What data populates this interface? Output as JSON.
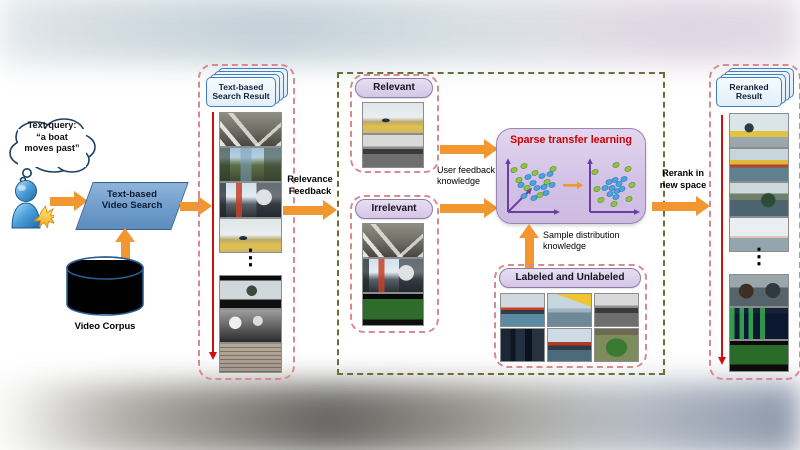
{
  "diagram": {
    "title": "Sparse transfer learning video search reranking framework",
    "colors": {
      "arrow_orange": "#f2972f",
      "accent_red": "#cc0000",
      "dash_red": "#d88a8f",
      "dash_green": "#6a7033",
      "pill_purple": "#d6c6e6",
      "card_blue": "#3f7fc1",
      "rank_arrow_red": "#cc1111"
    }
  },
  "left": {
    "thought_bubble": {
      "line1": "Text query:",
      "line2": "“a boat",
      "line3": "moves past”"
    },
    "search_module": {
      "line1": "Text-based",
      "line2": "Video Search"
    },
    "corpus_label": "Video Corpus"
  },
  "text_results": {
    "card_line1": "Text-based",
    "card_line2": "Search Result",
    "ellipsis": "⋮",
    "thumbs": [
      {
        "name": "steel-girders-frame",
        "tex": "tx-girders"
      },
      {
        "name": "harbour-waterfront-frame",
        "tex": "tx-harbour"
      },
      {
        "name": "ship-at-dock-frame",
        "tex": "tx-ship-dock"
      },
      {
        "name": "person-on-beach-frame",
        "tex": "tx-beach-person"
      },
      {
        "name": "news-speaker-frame",
        "tex": "tx-speaker"
      },
      {
        "name": "crowd-blackwhite-frame",
        "tex": "tx-crowd-bw"
      },
      {
        "name": "text-page-frame",
        "tex": "tx-text-page"
      }
    ]
  },
  "feedback": {
    "line1": "Relevance",
    "line2": "Feedback"
  },
  "relevant": {
    "label": "Relevant",
    "thumbs": [
      {
        "name": "person-on-beach-frame",
        "tex": "tx-beach-person"
      },
      {
        "name": "warship-blackwhite-frame",
        "tex": "tx-warship"
      }
    ]
  },
  "irrelevant": {
    "label": "Irrelevant",
    "thumbs": [
      {
        "name": "steel-girders-frame",
        "tex": "tx-girders"
      },
      {
        "name": "ship-at-dock-frame",
        "tex": "tx-ship-dock"
      },
      {
        "name": "football-pitch-frame",
        "tex": "tx-pitch"
      }
    ]
  },
  "user_feedback_edge": {
    "line1": "User feedback",
    "line2": "knowledge"
  },
  "sample_distribution_edge": {
    "line1": "Sample distribution",
    "line2": "knowledge"
  },
  "stl": {
    "title": "Sparse transfer learning"
  },
  "labeled": {
    "label": "Labeled and Unlabeled",
    "thumbs": [
      {
        "name": "boats-at-sea-frame",
        "tex": "tx-boats-sea"
      },
      {
        "name": "yellow-boat-frame",
        "tex": "tx-yellow-boat"
      },
      {
        "name": "warship-blackwhite-frame",
        "tex": "tx-warship"
      },
      {
        "name": "city-skyline-dark-frame",
        "tex": "tx-city-dark"
      },
      {
        "name": "dock-crane-frame",
        "tex": "tx-dock-crane"
      },
      {
        "name": "stadium-aerial-frame",
        "tex": "tx-stadium"
      }
    ]
  },
  "rerank_edge": {
    "line1": "Rerank in",
    "line2": "new space"
  },
  "reranked_results": {
    "card_line1": "Reranked",
    "card_line2": "Result",
    "ellipsis": "⋮",
    "thumbs": [
      {
        "name": "person-on-boat-frame",
        "tex": "tx-person-boat"
      },
      {
        "name": "yellow-boat-harbour-frame",
        "tex": "tx-boat-yellow2"
      },
      {
        "name": "green-boat-frame",
        "tex": "tx-green-boat"
      },
      {
        "name": "white-ship-frame",
        "tex": "tx-ship-white"
      },
      {
        "name": "interview-frame",
        "tex": "tx-interview"
      },
      {
        "name": "tv-chart-frame",
        "tex": "tx-chart-tv"
      },
      {
        "name": "football-pitch-frame",
        "tex": "tx-pitch2"
      }
    ]
  },
  "chart_data": {
    "type": "scatter",
    "title": "Sparse transfer learning feature-space transformation",
    "panels": [
      {
        "name": "original-space",
        "xlabel": "",
        "ylabel": "",
        "series": [
          {
            "name": "class-a-green",
            "color": "#8cc63f",
            "points": [
              [
                0.12,
                0.78
              ],
              [
                0.2,
                0.62
              ],
              [
                0.3,
                0.84
              ],
              [
                0.34,
                0.47
              ],
              [
                0.46,
                0.72
              ],
              [
                0.52,
                0.36
              ],
              [
                0.62,
                0.58
              ],
              [
                0.7,
                0.8
              ]
            ]
          },
          {
            "name": "class-b-blue",
            "color": "#4aa3df",
            "points": [
              [
                0.26,
                0.55
              ],
              [
                0.36,
                0.68
              ],
              [
                0.42,
                0.58
              ],
              [
                0.48,
                0.5
              ],
              [
                0.55,
                0.66
              ],
              [
                0.58,
                0.44
              ],
              [
                0.66,
                0.7
              ],
              [
                0.3,
                0.33
              ],
              [
                0.44,
                0.3
              ],
              [
                0.62,
                0.4
              ],
              [
                0.7,
                0.52
              ]
            ]
          }
        ]
      },
      {
        "name": "transferred-space",
        "xlabel": "",
        "ylabel": "",
        "series": [
          {
            "name": "class-a-green",
            "color": "#8cc63f",
            "points": [
              [
                0.1,
                0.72
              ],
              [
                0.14,
                0.4
              ],
              [
                0.22,
                0.2
              ],
              [
                0.52,
                0.88
              ],
              [
                0.76,
                0.8
              ],
              [
                0.84,
                0.5
              ],
              [
                0.78,
                0.22
              ],
              [
                0.46,
                0.12
              ]
            ]
          },
          {
            "name": "class-b-blue",
            "color": "#4aa3df",
            "points": [
              [
                0.42,
                0.58
              ],
              [
                0.5,
                0.62
              ],
              [
                0.56,
                0.54
              ],
              [
                0.46,
                0.46
              ],
              [
                0.52,
                0.4
              ],
              [
                0.58,
                0.46
              ],
              [
                0.44,
                0.34
              ],
              [
                0.5,
                0.3
              ],
              [
                0.62,
                0.62
              ],
              [
                0.38,
                0.48
              ]
            ]
          }
        ]
      }
    ],
    "transition_arrow": "right"
  }
}
